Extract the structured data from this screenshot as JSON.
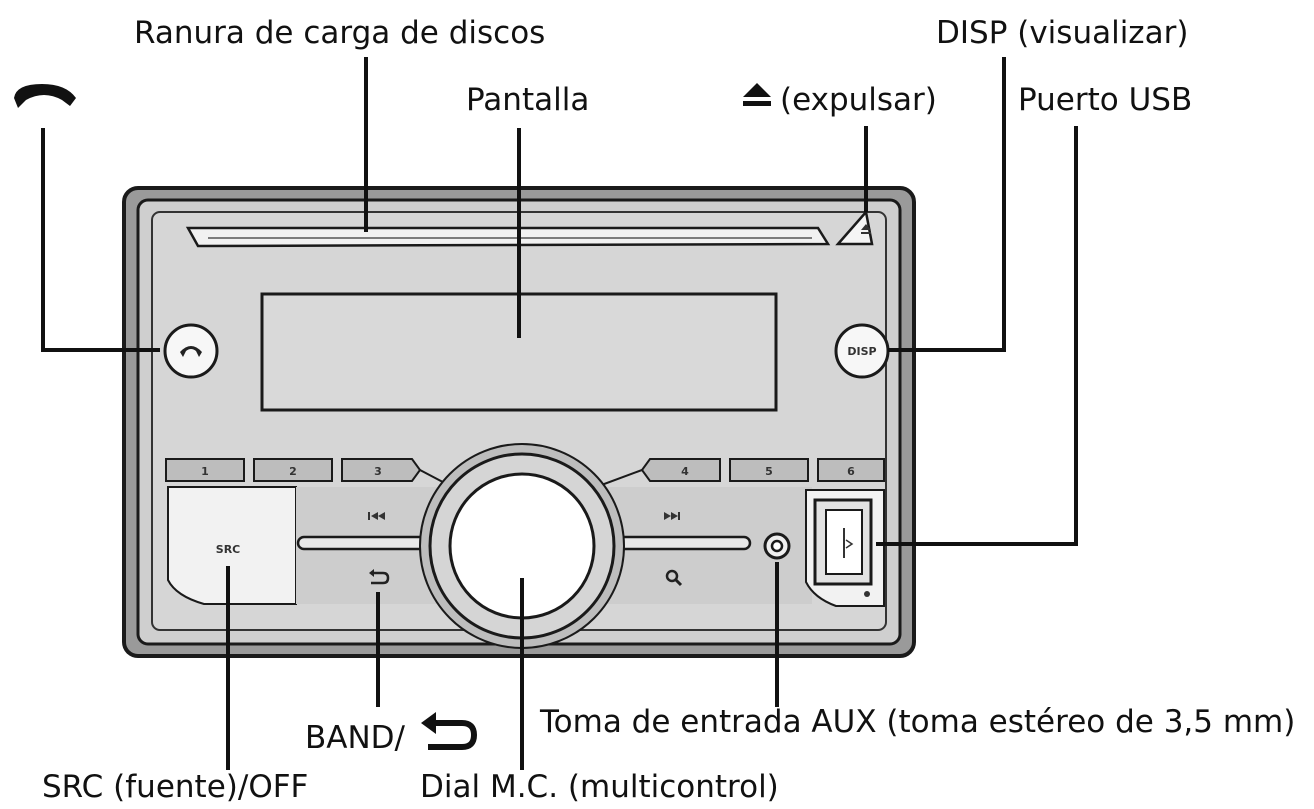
{
  "labels": {
    "disc_slot": "Ranura de carga de discos",
    "display": "Pantalla",
    "eject": "(expulsar)",
    "disp": "DISP (visualizar)",
    "usb_port": "Puerto USB",
    "band": "BAND/",
    "aux": "Toma de entrada AUX (toma estéreo de 3,5 mm)",
    "src": "SRC (fuente)/OFF",
    "dial": "Dial M.C. (multicontrol)"
  },
  "panel": {
    "src_text": "SRC",
    "disp_text": "DISP",
    "presets": [
      "1",
      "2",
      "3",
      "4",
      "5",
      "6"
    ]
  },
  "icons": {
    "phone": "phone-icon",
    "eject": "eject-icon",
    "back": "back-arrow-icon",
    "prev": "previous-track-icon",
    "next": "next-track-icon",
    "search": "search-icon"
  },
  "colors": {
    "panel_fill": "#d4d4d4",
    "frame_fill": "#cfcfcf",
    "outline": "#1a1a1a"
  }
}
